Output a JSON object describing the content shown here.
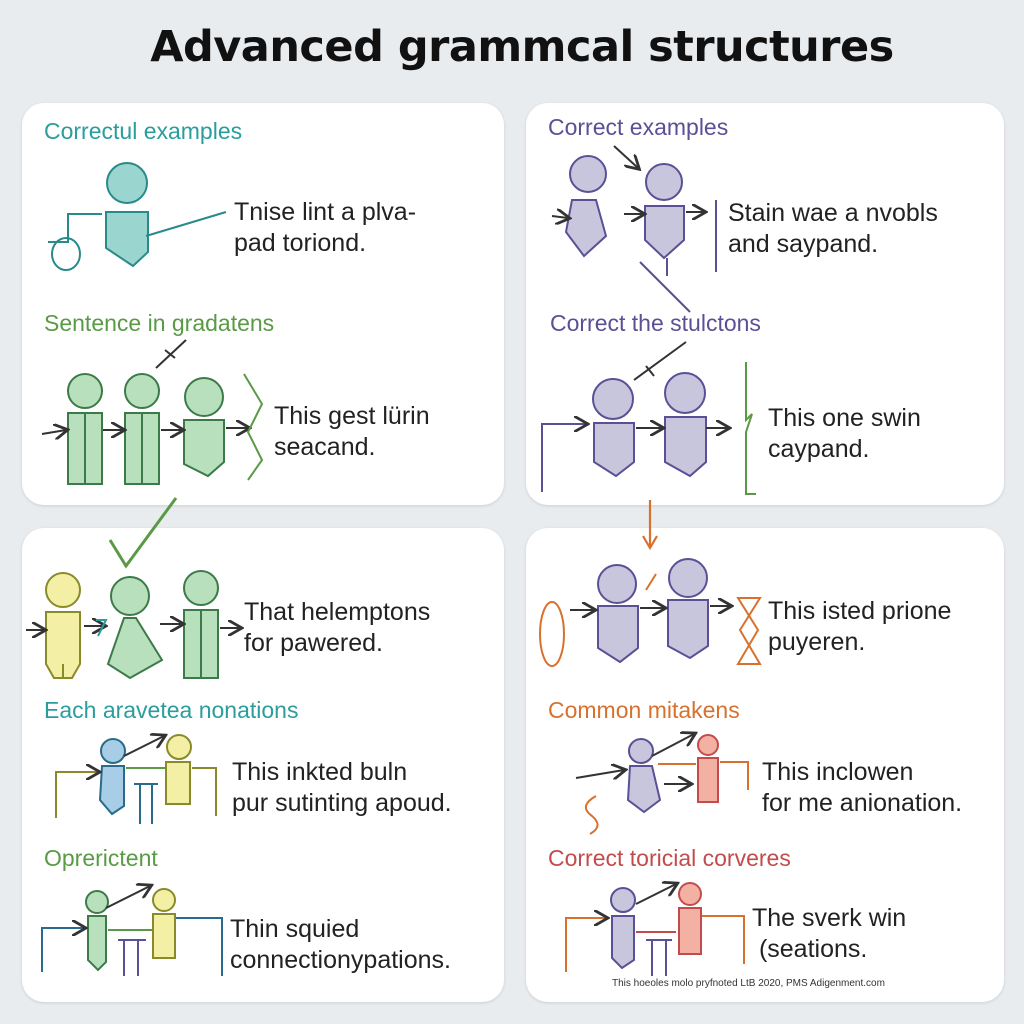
{
  "title": "Advanced grammcal structures",
  "colors": {
    "teal": "#2a9d9c",
    "green": "#5a9a46",
    "purple": "#5b4f96",
    "orange": "#d9712e",
    "red": "#c44b4b",
    "figure_teal": "#9bd5cf",
    "figure_green": "#b8e0bc",
    "figure_purple": "#c8c6dc",
    "figure_yellow": "#f3f0a6",
    "figure_red": "#f3b1a4",
    "figure_blue": "#a8cde6"
  },
  "panels": {
    "top_left": {
      "heading1": "Correctul examples",
      "example1": [
        "Tnise lint a plva-",
        "pad toriond."
      ],
      "heading2": "Sentence in gradatens",
      "example2": [
        "This gest lürin",
        "seacand."
      ]
    },
    "top_right": {
      "heading1": "Correct examples",
      "example1": [
        "Stain wae a nvobls",
        "and saypand."
      ],
      "heading2": "Correct the stulctons",
      "example2": [
        "This one swin",
        "caypand."
      ]
    },
    "bottom_left": {
      "example1": [
        "That helemptons",
        "for pawered."
      ],
      "heading1": "Each aravetea nonations",
      "example2": [
        "This inkted buln",
        "pur sutinting apoud."
      ],
      "heading2": "Oprerictent",
      "example3": [
        "Thin squied",
        "connectionypations."
      ]
    },
    "bottom_right": {
      "example1": [
        "This isted prione",
        "puyeren."
      ],
      "heading1": "Common mitakens",
      "example2": [
        "This inclowen",
        "for me anionation."
      ],
      "heading2": "Correct toricial corveres",
      "example3": [
        "The sverk win",
        " (seations."
      ]
    }
  },
  "footnote": "This hoeoles molo pryfnoted LtB 2020, PMS Adigenment.com"
}
